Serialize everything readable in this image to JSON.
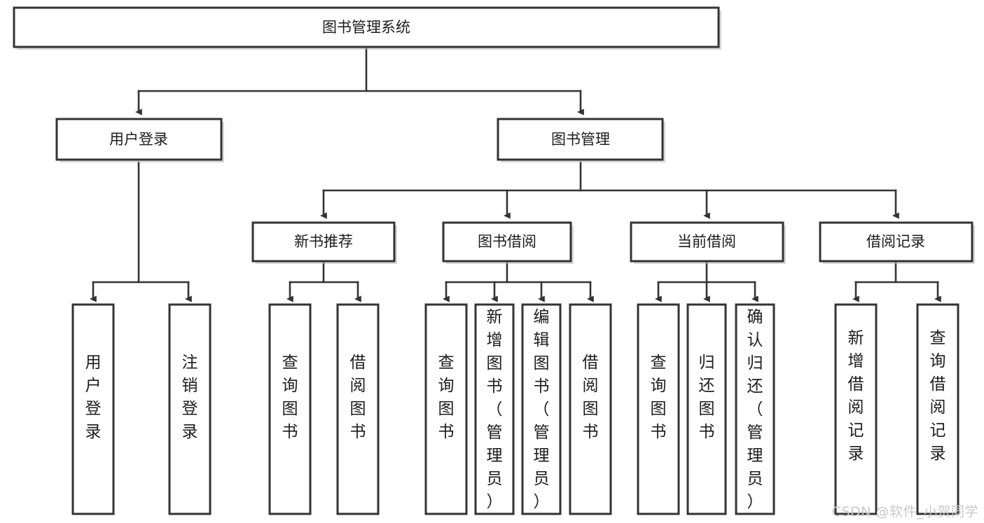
{
  "diagram": {
    "title": "图书管理系统",
    "type": "tree",
    "watermark": "CSDN @软件_小贺同学",
    "colors": {
      "box_fill": "#ffffff",
      "box_stroke": "#333333",
      "line": "#333333",
      "text": "#1c1c1c",
      "watermark": "#c9c9c9"
    },
    "root": {
      "label": "图书管理系统"
    },
    "level2": [
      {
        "label": "用户登录"
      },
      {
        "label": "图书管理"
      }
    ],
    "level3": [
      {
        "label": "新书推荐"
      },
      {
        "label": "图书借阅"
      },
      {
        "label": "当前借阅"
      },
      {
        "label": "借阅记录"
      }
    ],
    "leaves": [
      {
        "label": "用户登录",
        "parent": "用户登录"
      },
      {
        "label": "注销登录",
        "parent": "用户登录"
      },
      {
        "label": "查询图书",
        "parent": "新书推荐"
      },
      {
        "label": "借阅图书",
        "parent": "新书推荐"
      },
      {
        "label": "查询图书",
        "parent": "图书借阅"
      },
      {
        "label": "新增图书（管理员）",
        "parent": "图书借阅"
      },
      {
        "label": "编辑图书（管理员）",
        "parent": "图书借阅"
      },
      {
        "label": "借阅图书",
        "parent": "图书借阅"
      },
      {
        "label": "查询图书",
        "parent": "当前借阅"
      },
      {
        "label": "归还图书",
        "parent": "当前借阅"
      },
      {
        "label": "确认归还（管理员）",
        "parent": "当前借阅"
      },
      {
        "label": "新增借阅记录",
        "parent": "借阅记录"
      },
      {
        "label": "查询借阅记录",
        "parent": "借阅记录"
      }
    ]
  }
}
